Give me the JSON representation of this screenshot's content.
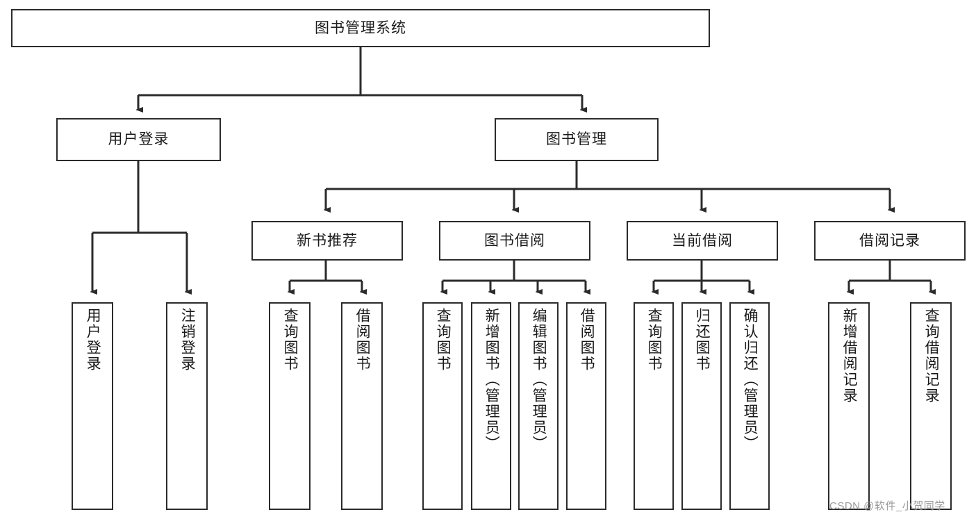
{
  "diagram": {
    "title": "图书管理系统",
    "watermark": "CSDN @软件_小贺同学",
    "stroke_color": "#2b2b2b",
    "box_fill": "#ffffff",
    "text_color": "#1a1a1a",
    "watermark_color": "#9a9a9a"
  },
  "root": {
    "label": "图书管理系统"
  },
  "level2": [
    {
      "label": "用户登录"
    },
    {
      "label": "图书管理"
    }
  ],
  "level3": [
    {
      "label": "新书推荐"
    },
    {
      "label": "图书借阅"
    },
    {
      "label": "当前借阅"
    },
    {
      "label": "借阅记录"
    }
  ],
  "leaves": {
    "user_login": [
      {
        "label": "用户登录"
      },
      {
        "label": "注销登录"
      }
    ],
    "new_book_recommend": [
      {
        "label": "查询图书"
      },
      {
        "label": "借阅图书"
      }
    ],
    "book_borrow": [
      {
        "label": "查询图书"
      },
      {
        "label": "新增图书（管理员）"
      },
      {
        "label": "编辑图书（管理员）"
      },
      {
        "label": "借阅图书"
      }
    ],
    "current_borrow": [
      {
        "label": "查询图书"
      },
      {
        "label": "归还图书"
      },
      {
        "label": "确认归还（管理员）"
      }
    ],
    "borrow_records": [
      {
        "label": "新增借阅记录"
      },
      {
        "label": "查询借阅记录"
      }
    ]
  }
}
